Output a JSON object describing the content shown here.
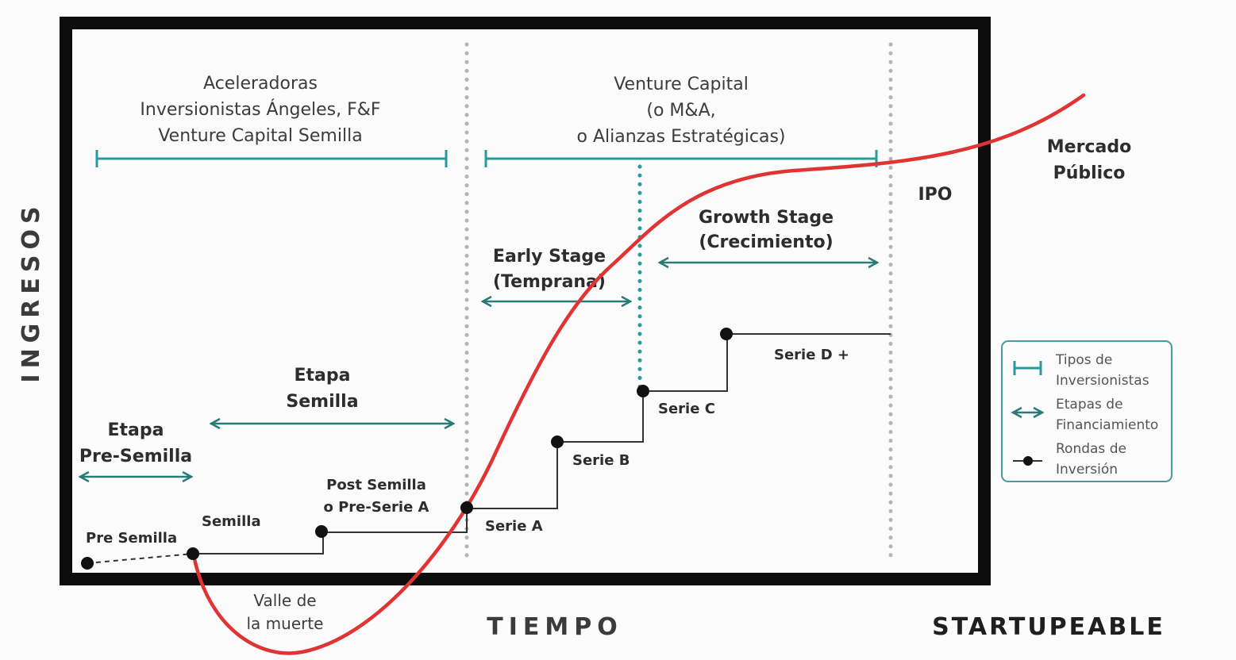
{
  "colors": {
    "frame": "#0d0d0d",
    "teal": "#2b9a9a",
    "arrow": "#2a7b78",
    "curve": "#e03434",
    "step": "#333333",
    "divider": "#b5b5b5",
    "legend_border": "#4a9a98"
  },
  "investors_left": {
    "line1": "Aceleradoras",
    "line2": "Inversionistas Ángeles, F&F",
    "line3": "Venture Capital Semilla"
  },
  "investors_right": {
    "line1": "Venture Capital",
    "line2": "(o M&A,",
    "line3": "o Alianzas Estratégicas)"
  },
  "stages": {
    "preseed": {
      "line1": "Etapa",
      "line2": "Pre-Semilla"
    },
    "seed": {
      "line1": "Etapa",
      "line2": "Semilla"
    },
    "early": {
      "line1": "Early Stage",
      "line2": "(Temprana)"
    },
    "growth": {
      "line1": "Growth Stage",
      "line2": "(Crecimiento)"
    }
  },
  "rounds": {
    "pre_seed": "Pre Semilla",
    "seed": "Semilla",
    "post_seed_line1": "Post Semilla",
    "post_seed_line2": "o Pre-Serie A",
    "series_a": "Serie A",
    "series_b": "Serie B",
    "series_c": "Serie C",
    "series_d": "Serie D +"
  },
  "ipo": "IPO",
  "market": {
    "line1": "Mercado",
    "line2": "Público"
  },
  "valley": {
    "line1": "Valle de",
    "line2": "la muerte"
  },
  "axis": {
    "y_label": "INGRESOS",
    "x_label": "TIEMPO"
  },
  "brand": "STARTUPEABLE",
  "legend": {
    "investor_types": {
      "line1": "Tipos de",
      "line2": "Inversionistas"
    },
    "funding_stages": {
      "line1": "Etapas de",
      "line2": "Financiamiento"
    },
    "investment_rounds": {
      "line1": "Rondas de",
      "line2": "Inversión"
    }
  }
}
